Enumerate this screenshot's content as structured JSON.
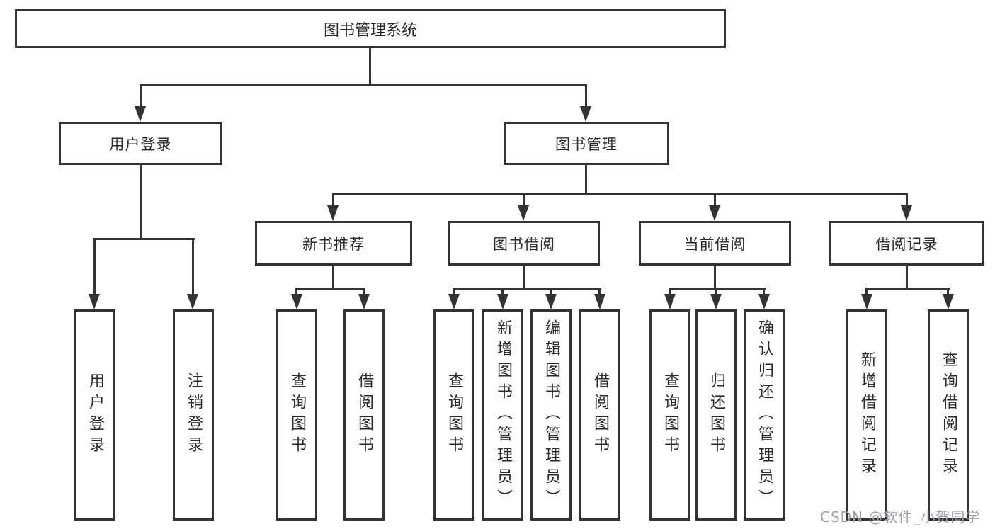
{
  "colors": {
    "line": "#333333",
    "text": "#2b2b2b",
    "watermark": "#9da0a8",
    "background": "#ffffff"
  },
  "nodes": {
    "root": {
      "label": "图书管理系统"
    },
    "level2": [
      {
        "label": "用户登录"
      },
      {
        "label": "图书管理"
      }
    ],
    "level3": [
      {
        "label": "新书推荐"
      },
      {
        "label": "图书借阅"
      },
      {
        "label": "当前借阅"
      },
      {
        "label": "借阅记录"
      }
    ],
    "leaves": {
      "userLogin": [
        {
          "label": "用户登录"
        },
        {
          "label": "注销登录"
        }
      ],
      "newBooks": [
        {
          "label": "查询图书"
        },
        {
          "label": "借阅图书"
        }
      ],
      "bookBorrow": [
        {
          "label": "查询图书"
        },
        {
          "label": "新增图书（管理员）"
        },
        {
          "label": "编辑图书（管理员）"
        },
        {
          "label": "借阅图书"
        }
      ],
      "currentBorrow": [
        {
          "label": "查询图书"
        },
        {
          "label": "归还图书"
        },
        {
          "label": "确认归还（管理员）"
        }
      ],
      "borrowRecords": [
        {
          "label": "新增借阅记录"
        },
        {
          "label": "查询借阅记录"
        }
      ]
    }
  },
  "watermark": {
    "text": "CSDN @软件_小贺同学"
  }
}
